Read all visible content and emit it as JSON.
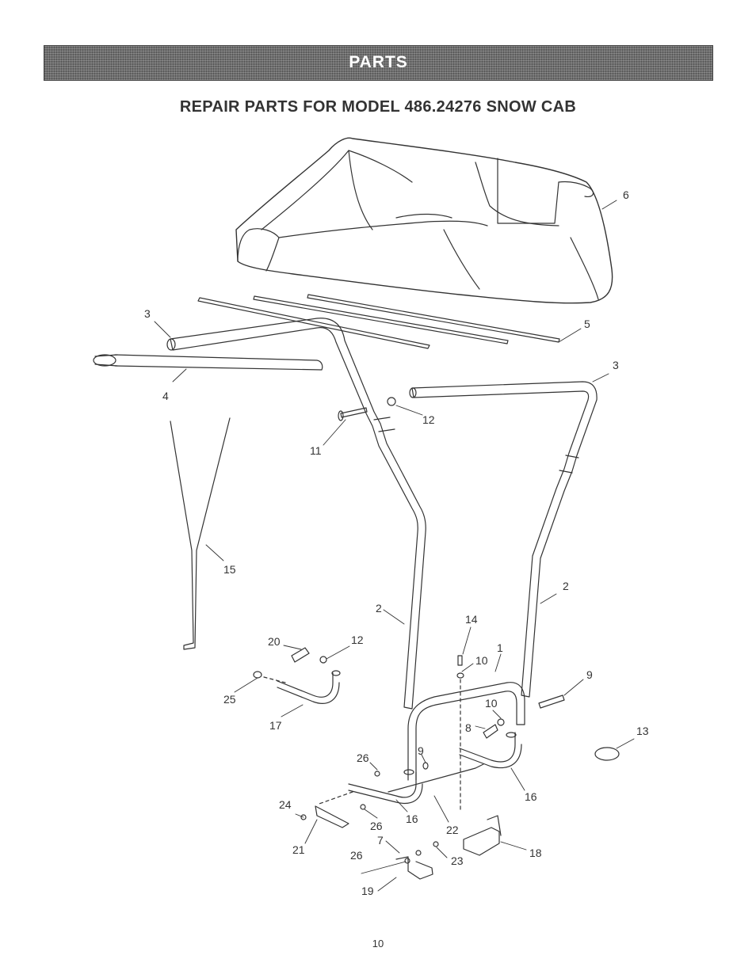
{
  "header": {
    "banner_title": "PARTS"
  },
  "title": "REPAIR PARTS FOR MODEL 486.24276 SNOW CAB",
  "callouts": [
    "1",
    "2",
    "2",
    "3",
    "3",
    "4",
    "5",
    "6",
    "7",
    "8",
    "9",
    "9",
    "10",
    "10",
    "11",
    "12",
    "12",
    "13",
    "14",
    "15",
    "16",
    "16",
    "17",
    "18",
    "19",
    "20",
    "21",
    "22",
    "23",
    "24",
    "25",
    "26",
    "26",
    "26"
  ],
  "page_number": "10"
}
